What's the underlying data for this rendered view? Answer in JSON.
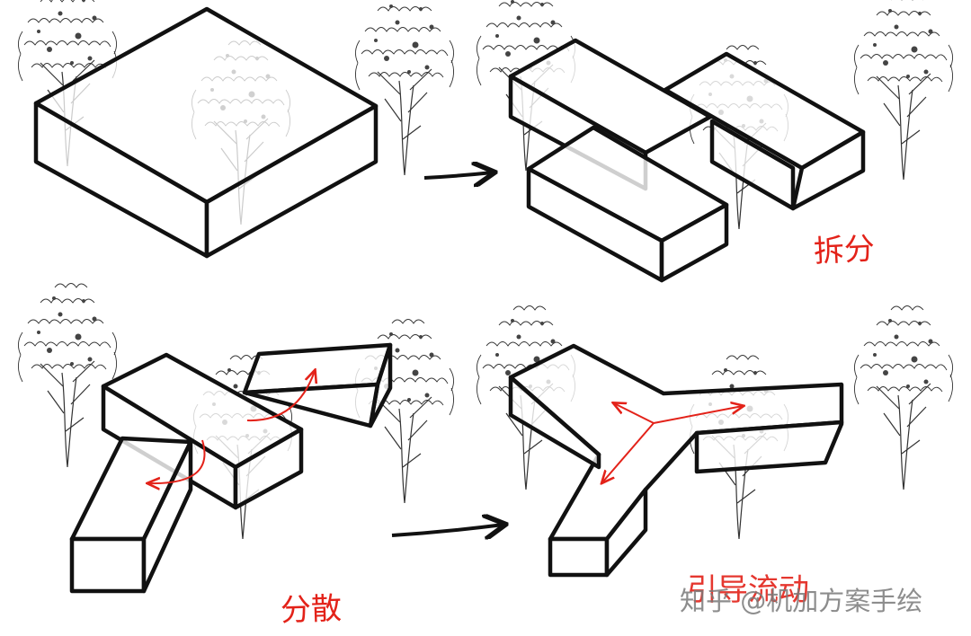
{
  "labels": {
    "split": "拆分",
    "scatter": "分散",
    "flow": "引导流动"
  },
  "watermark": "知乎 @机加方案手绘",
  "colors": {
    "ink": "#111111",
    "accent": "#e32219",
    "tree": "#333333"
  },
  "icons": {
    "arrow": "right-arrow-icon",
    "tree": "tree-icon"
  }
}
